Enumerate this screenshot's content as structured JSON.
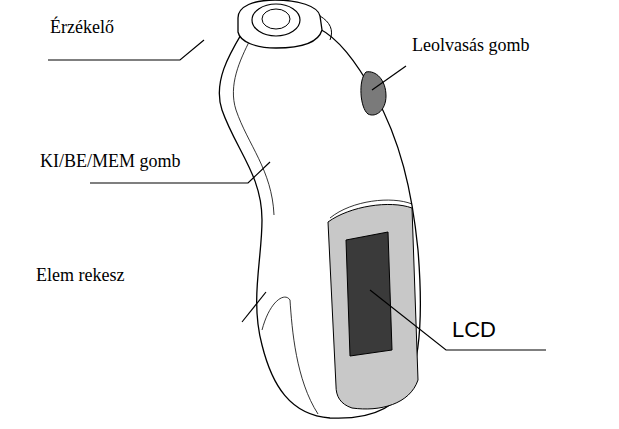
{
  "diagram": {
    "labels": [
      "Érzékelő",
      "Leolvasás gomb",
      "KI/BE/MEM gomb",
      "Elem rekesz",
      "LCD"
    ]
  }
}
